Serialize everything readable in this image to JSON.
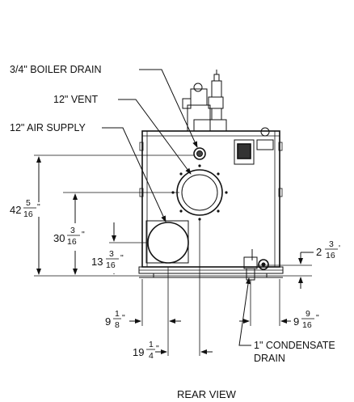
{
  "labels": {
    "boiler_drain": "3/4\" BOILER DRAIN",
    "vent": "12\" VENT",
    "air_supply": "12\" AIR SUPPLY",
    "condensate_line1": "1\" CONDENSATE",
    "condensate_line2": "DRAIN",
    "view_title": "REAR VIEW"
  },
  "dimensions": {
    "height_total": {
      "whole": "42",
      "num": "5",
      "den": "16",
      "unit": "\""
    },
    "height_vent": {
      "whole": "30",
      "num": "3",
      "den": "16",
      "unit": "\""
    },
    "height_air": {
      "whole": "13",
      "num": "3",
      "den": "16",
      "unit": "\""
    },
    "height_drain": {
      "whole": "2",
      "num": "3",
      "den": "16",
      "unit": "'"
    },
    "width_left": {
      "whole": "9",
      "num": "1",
      "den": "8",
      "unit": "\""
    },
    "width_center": {
      "whole": "19",
      "num": "1",
      "den": "4",
      "unit": "\""
    },
    "width_right": {
      "whole": "9",
      "num": "9",
      "den": "16",
      "unit": "\""
    }
  }
}
